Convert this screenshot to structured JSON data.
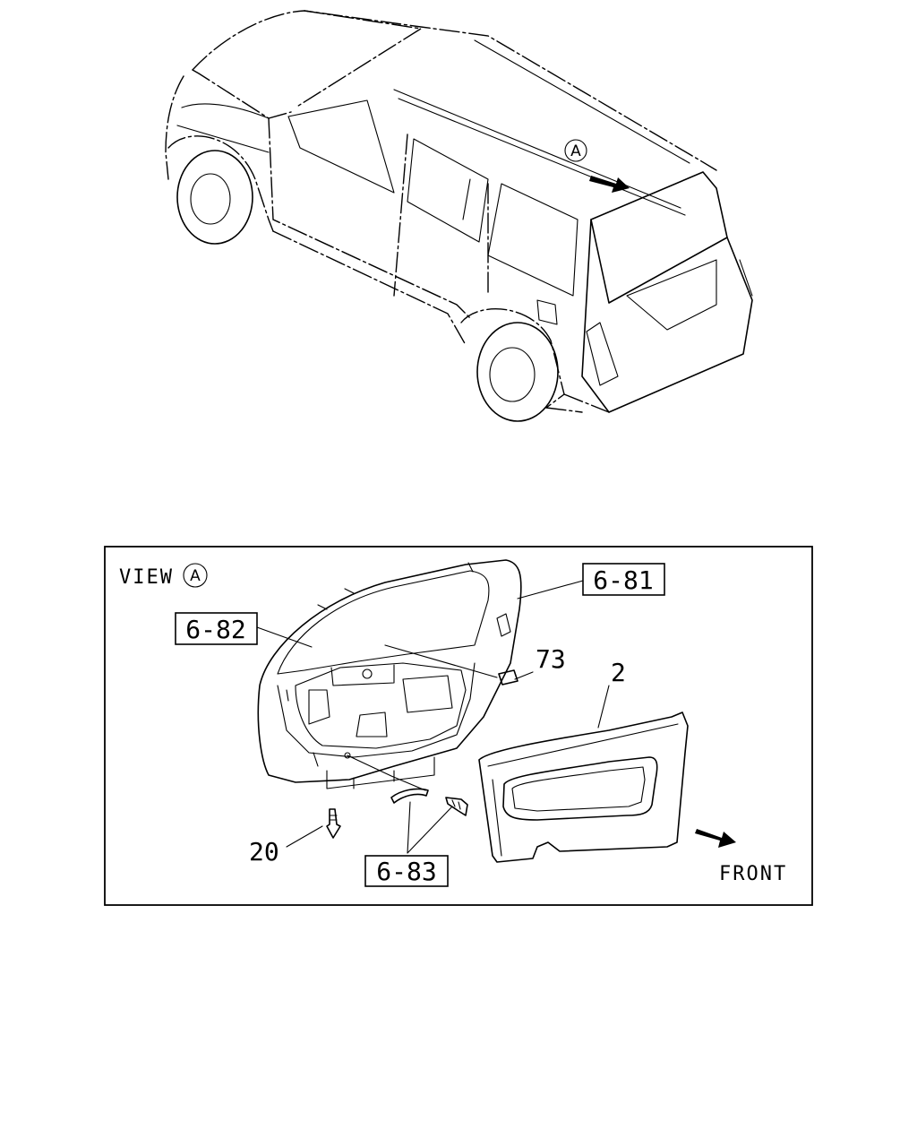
{
  "callouts": {
    "view_marker": "A",
    "view_label": "VIEW",
    "part_6_81": "6-81",
    "part_6_82": "6-82",
    "part_6_83": "6-83",
    "part_73": "73",
    "part_2": "2",
    "part_20": "20",
    "front_label": "FRONT"
  }
}
